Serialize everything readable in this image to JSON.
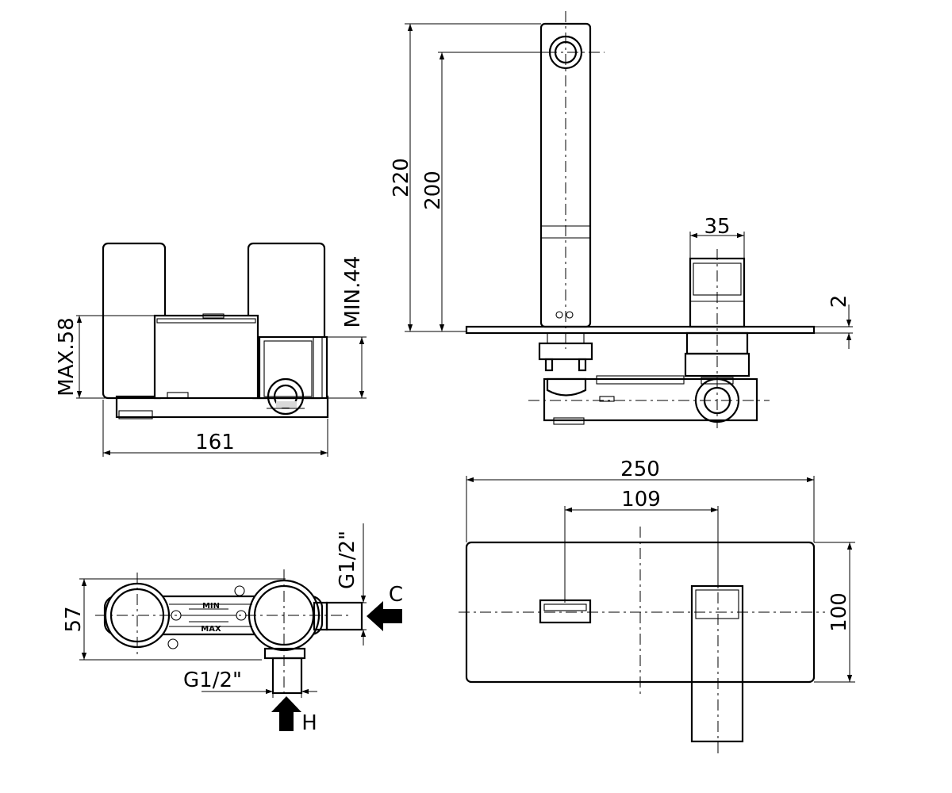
{
  "dimensions": {
    "side_max_depth": "MAX.58",
    "side_min_depth": "MIN.44",
    "side_width": "161",
    "spout_height_total": "220",
    "spout_height_outlet": "200",
    "handle_width": "35",
    "plate_thickness": "2",
    "plate_width": "250",
    "centers_distance": "109",
    "plate_height": "100",
    "body_height": "57"
  },
  "connections": {
    "cold_thread": "G1/2\"",
    "hot_thread": "G1/2\"",
    "cold_label": "C",
    "hot_label": "H"
  },
  "body_markings": {
    "min": "MIN",
    "max": "MAX"
  }
}
